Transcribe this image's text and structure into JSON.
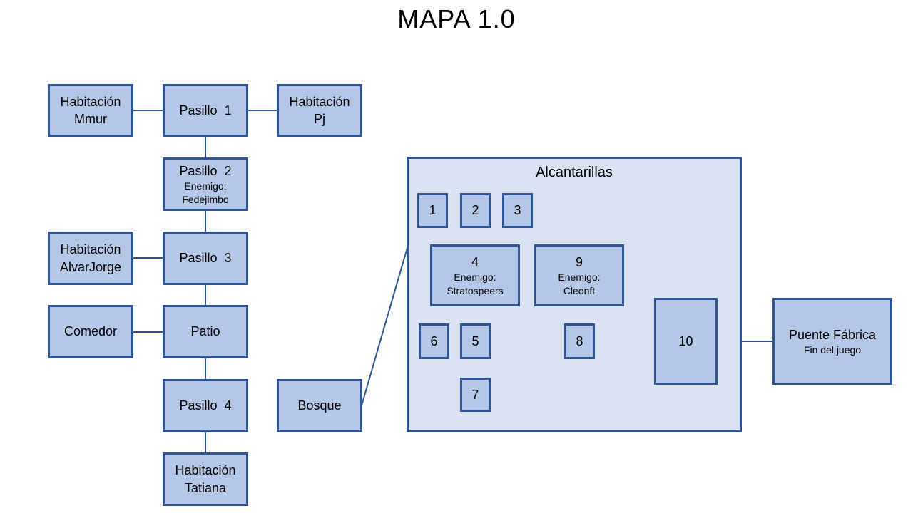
{
  "title": "MAPA 1.0",
  "colors": {
    "node_fill": "#b4c7e7",
    "node_border": "#2f5597",
    "region_fill": "#dae3f3",
    "connector": "#2f5597"
  },
  "nodes": {
    "habitacion_mmur": {
      "line1": "Habitación",
      "line2": "Mmur"
    },
    "pasillo_1": {
      "label": "Pasillo  1"
    },
    "habitacion_pj": {
      "line1": "Habitación",
      "line2": "Pj"
    },
    "pasillo_2": {
      "label": "Pasillo  2",
      "enemy_label": "Enemigo:",
      "enemy": "Fedejimbo"
    },
    "habitacion_alvarjorge": {
      "line1": "Habitación",
      "line2": "AlvarJorge"
    },
    "pasillo_3": {
      "label": "Pasillo  3"
    },
    "comedor": {
      "label": "Comedor"
    },
    "patio": {
      "label": "Patio"
    },
    "pasillo_4": {
      "label": "Pasillo  4"
    },
    "habitacion_tatiana": {
      "line1": "Habitación",
      "line2": "Tatiana"
    },
    "bosque": {
      "label": "Bosque"
    },
    "puente_fabrica": {
      "label": "Puente Fábrica",
      "sub": "Fin del juego"
    }
  },
  "alcantarillas": {
    "label": "Alcantarillas",
    "rooms": {
      "r1": {
        "label": "1"
      },
      "r2": {
        "label": "2"
      },
      "r3": {
        "label": "3"
      },
      "r4": {
        "label": "4",
        "enemy_label": "Enemigo:",
        "enemy": "Stratospeers"
      },
      "r5": {
        "label": "5"
      },
      "r6": {
        "label": "6"
      },
      "r7": {
        "label": "7"
      },
      "r8": {
        "label": "8"
      },
      "r9": {
        "label": "9",
        "enemy_label": "Enemigo:",
        "enemy": "Cleonft"
      },
      "r10": {
        "label": "10"
      }
    }
  }
}
